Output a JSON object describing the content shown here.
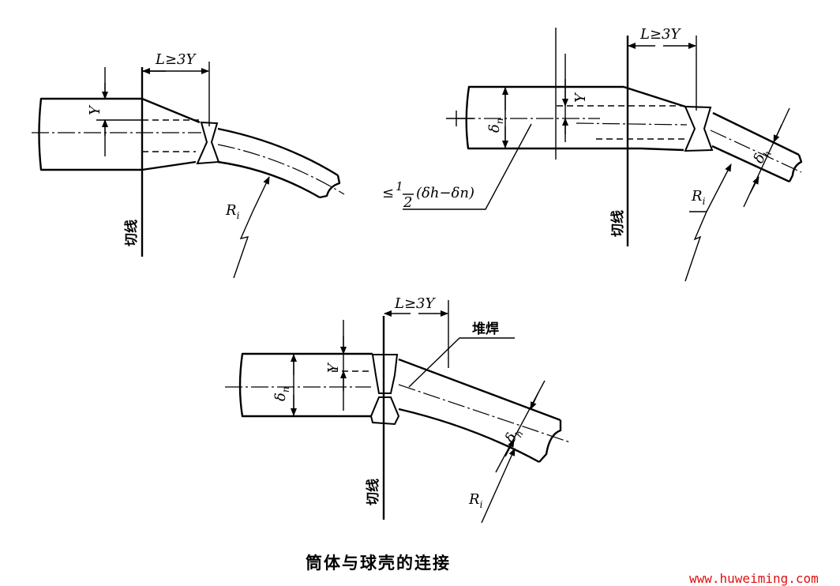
{
  "diagrams": [
    {
      "length_label": "L≥3Y",
      "offset_label": "Y",
      "tangent_label": "切线",
      "radius_label": "R",
      "radius_sub": "i"
    },
    {
      "length_label": "L≥3Y",
      "offset_label": "Y",
      "tangent_label": "切线",
      "radius_label": "R",
      "radius_sub": "i",
      "cyl_thickness": "δ",
      "cyl_sub": "n",
      "shell_thickness": "δ",
      "shell_sub": "h",
      "tolerance_prefix": "≤",
      "tolerance_num": "1",
      "tolerance_den": "2",
      "tolerance_expr": "(δh−δn)"
    },
    {
      "length_label": "L≥3Y",
      "offset_label": "Y",
      "tangent_label": "切线",
      "radius_label": "R",
      "radius_sub": "i",
      "cyl_thickness": "δ",
      "cyl_sub": "n",
      "shell_thickness": "δ",
      "shell_sub": "h",
      "overlay_label": "堆焊"
    }
  ],
  "caption": "筒体与球壳的连接",
  "watermark": "www.huweiming.com",
  "colors": {
    "line": "#000000",
    "watermark": "#e01010"
  }
}
